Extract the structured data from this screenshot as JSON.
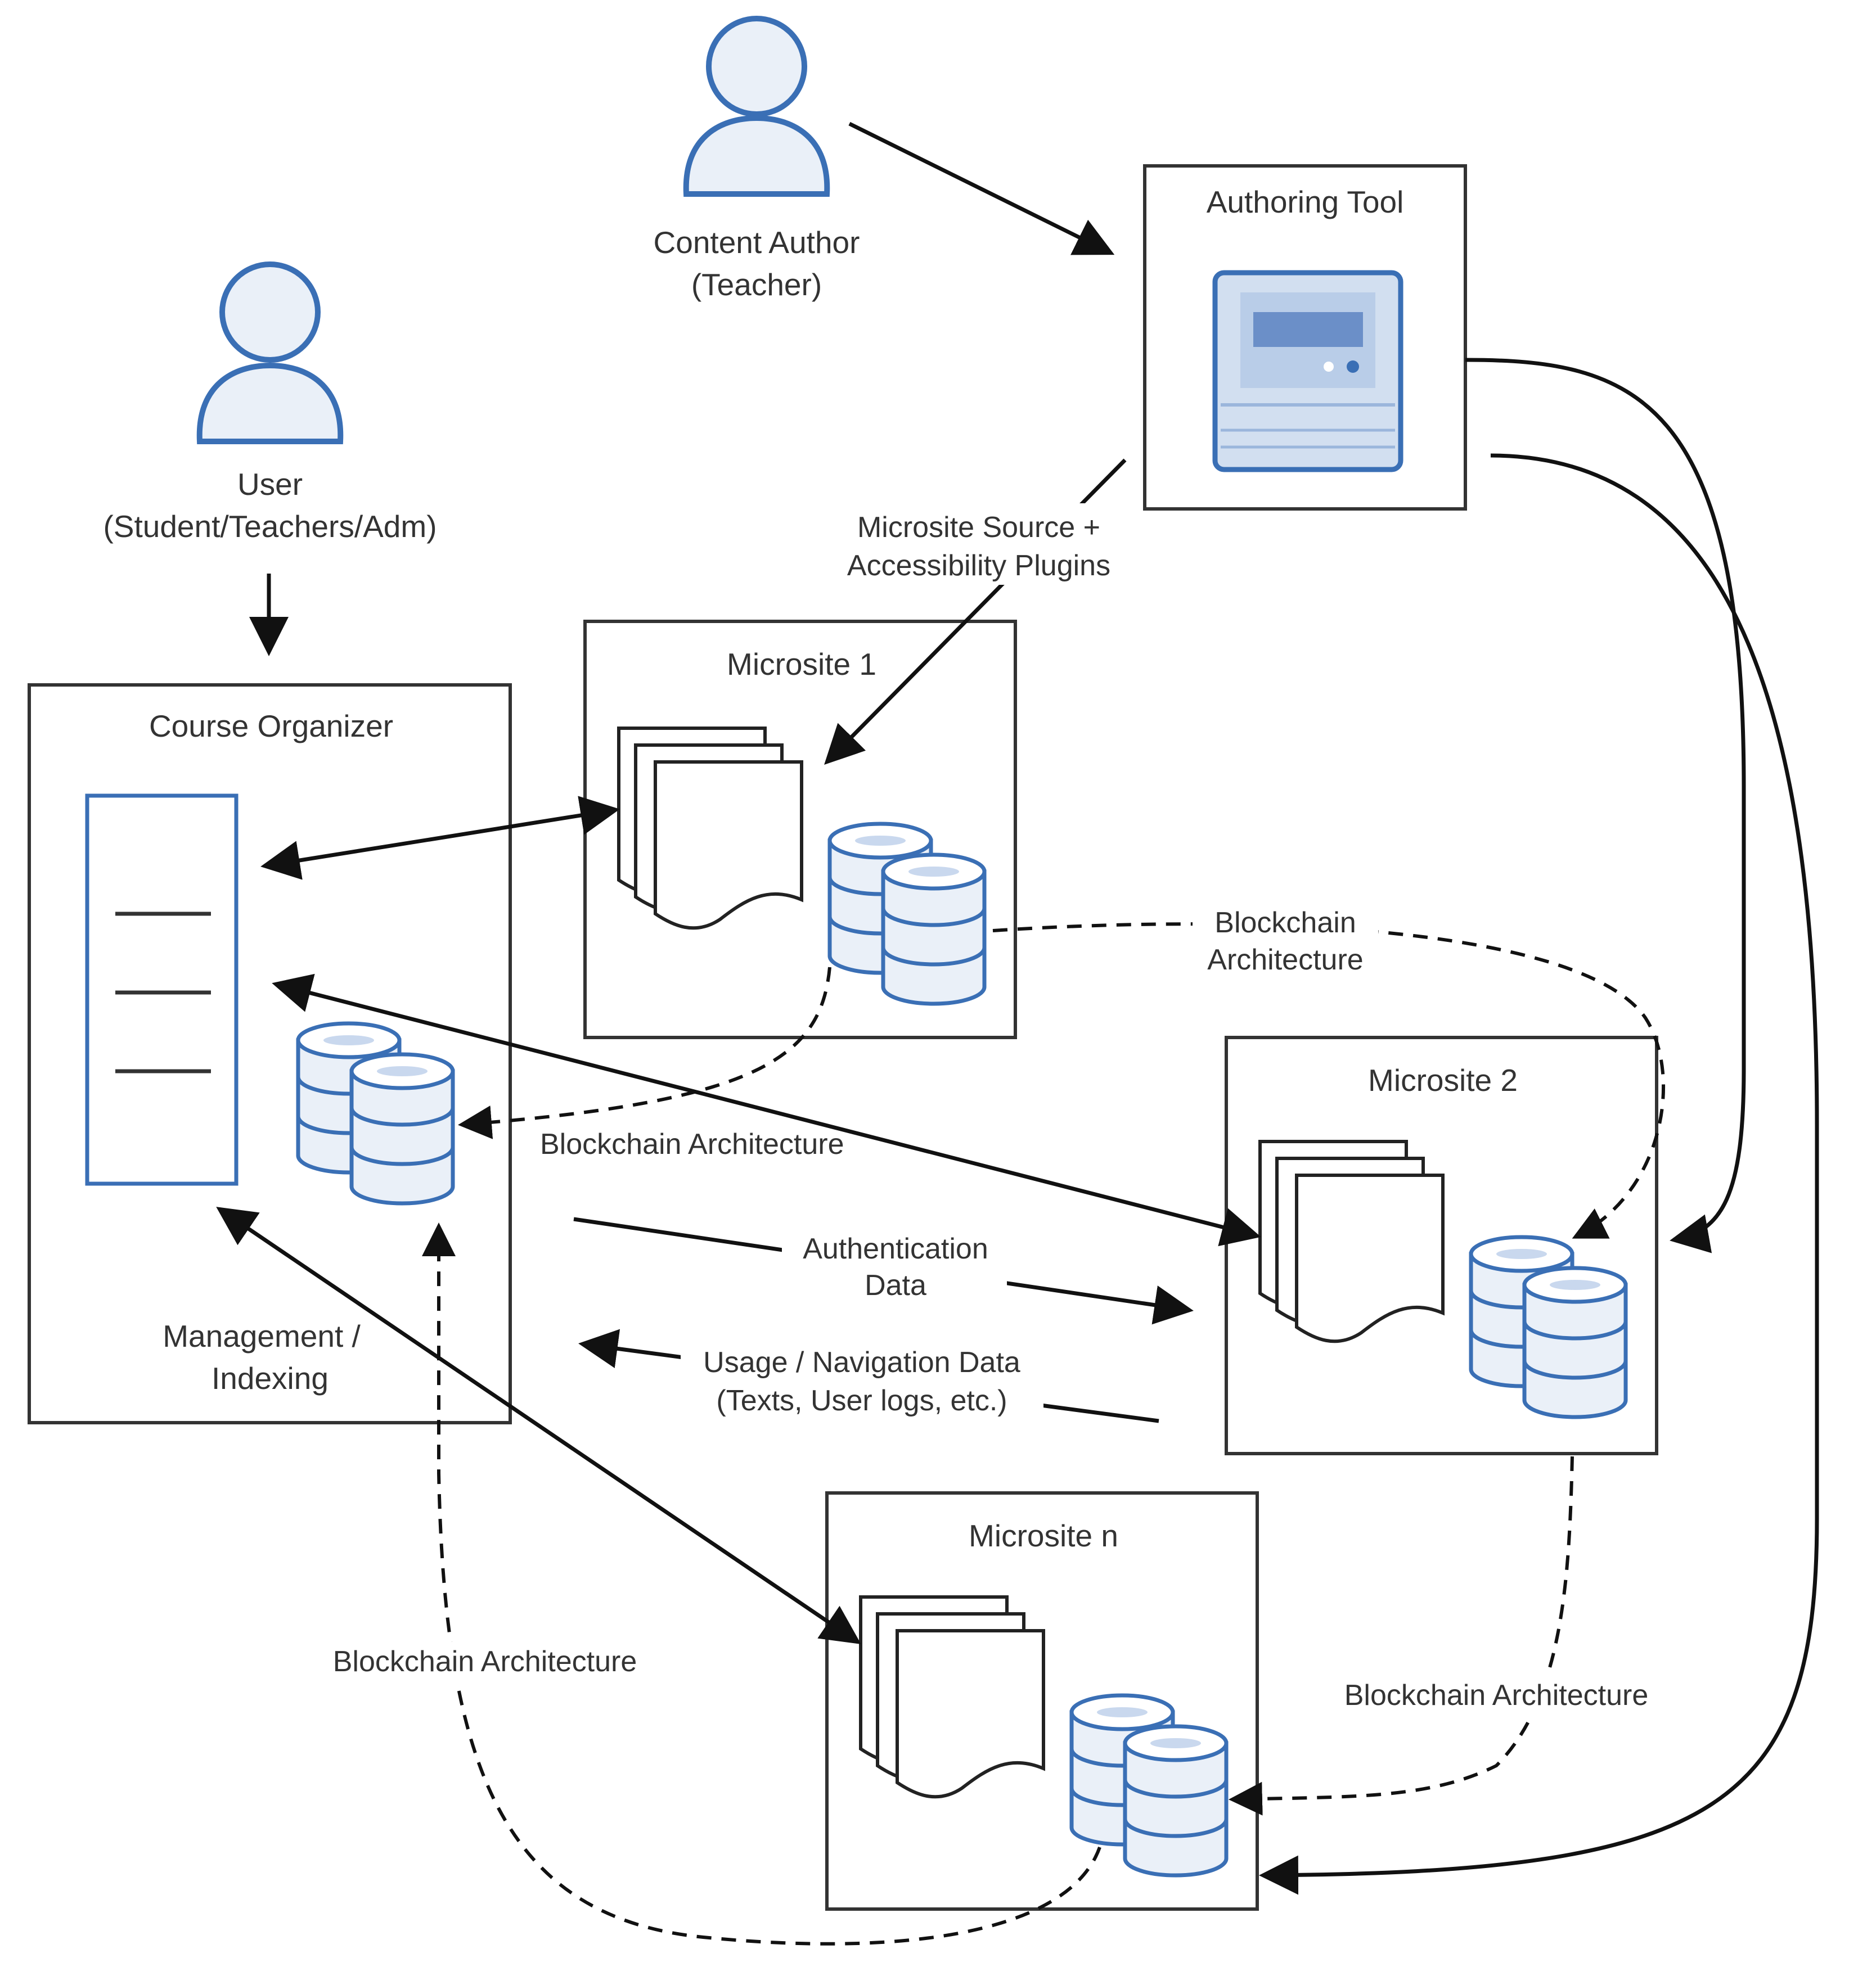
{
  "actors": {
    "content_author": {
      "line1": "Content Author",
      "line2": "(Teacher)"
    },
    "user": {
      "line1": "User",
      "line2": "(Student/Teachers/Adm)"
    }
  },
  "nodes": {
    "authoring_tool": {
      "title": "Authoring Tool"
    },
    "course_organizer": {
      "title": "Course Organizer",
      "footer_line1": "Management /",
      "footer_line2": "Indexing"
    },
    "microsite_1": {
      "title": "Microsite 1"
    },
    "microsite_2": {
      "title": "Microsite 2"
    },
    "microsite_n": {
      "title": "Microsite n"
    }
  },
  "edge_labels": {
    "microsite_source_line1": "Microsite Source +",
    "microsite_source_line2": "Accessibility Plugins",
    "blockchain_ms1_ms2_line1": "Blockchain",
    "blockchain_ms1_ms2_line2": "Architecture",
    "blockchain_ms1_co": "Blockchain Architecture",
    "authentication_line1": "Authentication",
    "authentication_line2": "Data",
    "usage_line1": "Usage / Navigation Data",
    "usage_line2": "(Texts, User logs, etc.)",
    "blockchain_msn_co": "Blockchain Architecture",
    "blockchain_ms2_msn": "Blockchain Architecture"
  },
  "colors": {
    "accent_blue": "#3a6fb5",
    "fill_light_blue": "#eaf0f8",
    "line": "#111111"
  }
}
